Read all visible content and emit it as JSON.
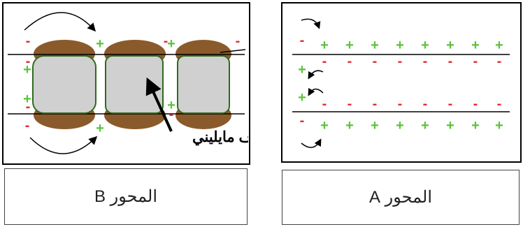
{
  "panel_b": {
    "myelin_label": "غلاف مايليني",
    "caption": "المحور B",
    "charges_top": [
      "-",
      "+",
      "-",
      "+",
      "-"
    ],
    "charges_bottom": [
      "-",
      "+",
      "-",
      "+",
      "-"
    ],
    "charges_inner": [
      "+",
      "-",
      "+",
      "-"
    ]
  },
  "panel_a": {
    "caption": "المحور A",
    "top_outer_charges": [
      "-",
      "+",
      "+",
      "+",
      "+",
      "+",
      "+",
      "+",
      "+"
    ],
    "top_inner_charges": [
      "+",
      "-",
      "-",
      "-",
      "-",
      "-",
      "-",
      "-",
      "-"
    ],
    "bottom_inner_charges": [
      "+",
      "-",
      "-",
      "-",
      "-",
      "-",
      "-",
      "-",
      "-"
    ],
    "bottom_outer_charges": [
      "-",
      "+",
      "+",
      "+",
      "+",
      "+",
      "+",
      "+",
      "+"
    ]
  },
  "colors": {
    "plus": "#5cc23a",
    "minus": "#e03030",
    "myelin_fill": "#8b5a2b",
    "node_fill": "#d0d0d0",
    "node_border": "#2e6b1e"
  }
}
